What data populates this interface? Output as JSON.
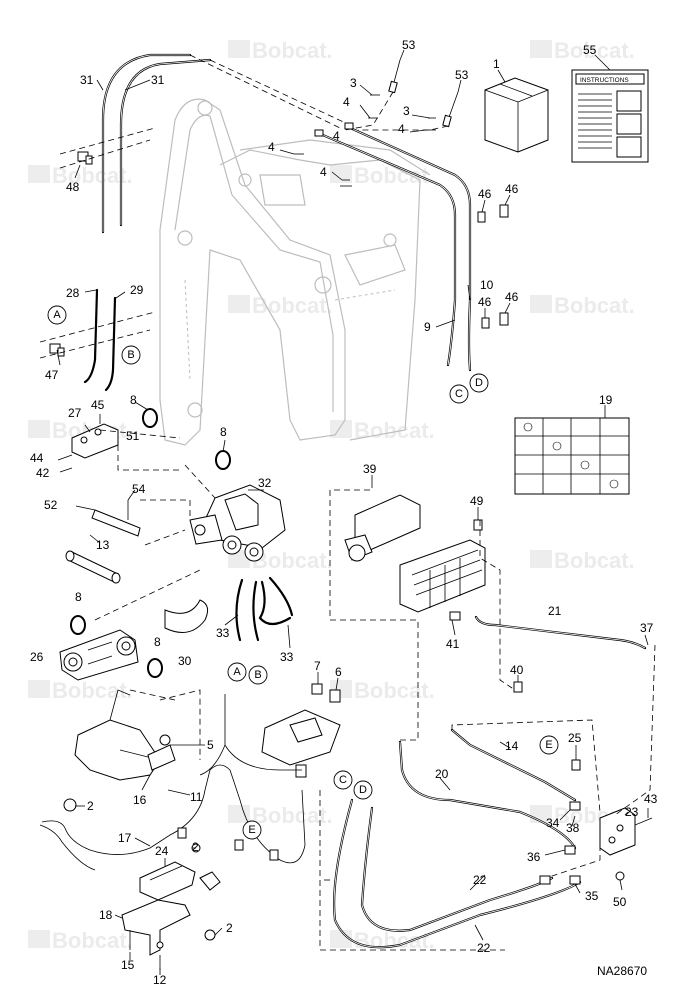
{
  "figure_id": "NA28670",
  "watermark_text": "Bobcat.",
  "instructions_label": "INSTRUCTIONS",
  "callouts": [
    {
      "key": "c53a",
      "label": "53"
    },
    {
      "key": "c53b",
      "label": "53"
    },
    {
      "key": "c55",
      "label": "55"
    },
    {
      "key": "c1",
      "label": "1"
    },
    {
      "key": "c31a",
      "label": "31"
    },
    {
      "key": "c31b",
      "label": "31"
    },
    {
      "key": "c3a",
      "label": "3"
    },
    {
      "key": "c3b",
      "label": "3"
    },
    {
      "key": "c4a",
      "label": "4"
    },
    {
      "key": "c4b",
      "label": "4"
    },
    {
      "key": "c4c",
      "label": "4"
    },
    {
      "key": "c4d",
      "label": "4"
    },
    {
      "key": "c4e",
      "label": "4"
    },
    {
      "key": "c48",
      "label": "48"
    },
    {
      "key": "c46a",
      "label": "46"
    },
    {
      "key": "c46b",
      "label": "46"
    },
    {
      "key": "c46c",
      "label": "46"
    },
    {
      "key": "c46d",
      "label": "46"
    },
    {
      "key": "c28",
      "label": "28"
    },
    {
      "key": "c29",
      "label": "29"
    },
    {
      "key": "c10",
      "label": "10"
    },
    {
      "key": "c9",
      "label": "9"
    },
    {
      "key": "c47",
      "label": "47"
    },
    {
      "key": "c8a",
      "label": "8"
    },
    {
      "key": "c8b",
      "label": "8"
    },
    {
      "key": "c27",
      "label": "27"
    },
    {
      "key": "c45",
      "label": "45"
    },
    {
      "key": "c51",
      "label": "51"
    },
    {
      "key": "c44",
      "label": "44"
    },
    {
      "key": "c42",
      "label": "42"
    },
    {
      "key": "c19",
      "label": "19"
    },
    {
      "key": "c39",
      "label": "39"
    },
    {
      "key": "c32",
      "label": "32"
    },
    {
      "key": "c54",
      "label": "54"
    },
    {
      "key": "c52",
      "label": "52"
    },
    {
      "key": "c49",
      "label": "49"
    },
    {
      "key": "c13",
      "label": "13"
    },
    {
      "key": "c21",
      "label": "21"
    },
    {
      "key": "c8c",
      "label": "8"
    },
    {
      "key": "c37",
      "label": "37"
    },
    {
      "key": "c33a",
      "label": "33"
    },
    {
      "key": "c41",
      "label": "41"
    },
    {
      "key": "c8d",
      "label": "8"
    },
    {
      "key": "c26",
      "label": "26"
    },
    {
      "key": "c30",
      "label": "30"
    },
    {
      "key": "c33b",
      "label": "33"
    },
    {
      "key": "c7",
      "label": "7"
    },
    {
      "key": "c6",
      "label": "6"
    },
    {
      "key": "c40",
      "label": "40"
    },
    {
      "key": "c5",
      "label": "5"
    },
    {
      "key": "c14",
      "label": "14"
    },
    {
      "key": "c25",
      "label": "25"
    },
    {
      "key": "c20",
      "label": "20"
    },
    {
      "key": "c43",
      "label": "43"
    },
    {
      "key": "c23",
      "label": "23"
    },
    {
      "key": "c16",
      "label": "16"
    },
    {
      "key": "c11",
      "label": "11"
    },
    {
      "key": "c2a",
      "label": "2"
    },
    {
      "key": "c34",
      "label": "34"
    },
    {
      "key": "c38",
      "label": "38"
    },
    {
      "key": "c17",
      "label": "17"
    },
    {
      "key": "c2b",
      "label": "2"
    },
    {
      "key": "c24",
      "label": "24"
    },
    {
      "key": "c36",
      "label": "36"
    },
    {
      "key": "c22a",
      "label": "22"
    },
    {
      "key": "c35",
      "label": "35"
    },
    {
      "key": "c50",
      "label": "50"
    },
    {
      "key": "c18",
      "label": "18"
    },
    {
      "key": "c2c",
      "label": "2"
    },
    {
      "key": "c22b",
      "label": "22"
    },
    {
      "key": "c15",
      "label": "15"
    },
    {
      "key": "c12",
      "label": "12"
    }
  ],
  "connectors": [
    {
      "key": "A1",
      "label": "A"
    },
    {
      "key": "B1",
      "label": "B"
    },
    {
      "key": "C1",
      "label": "C"
    },
    {
      "key": "D1",
      "label": "D"
    },
    {
      "key": "A2",
      "label": "A"
    },
    {
      "key": "B2",
      "label": "B"
    },
    {
      "key": "E1",
      "label": "E"
    },
    {
      "key": "E2",
      "label": "E"
    },
    {
      "key": "C2",
      "label": "C"
    },
    {
      "key": "D2",
      "label": "D"
    }
  ]
}
